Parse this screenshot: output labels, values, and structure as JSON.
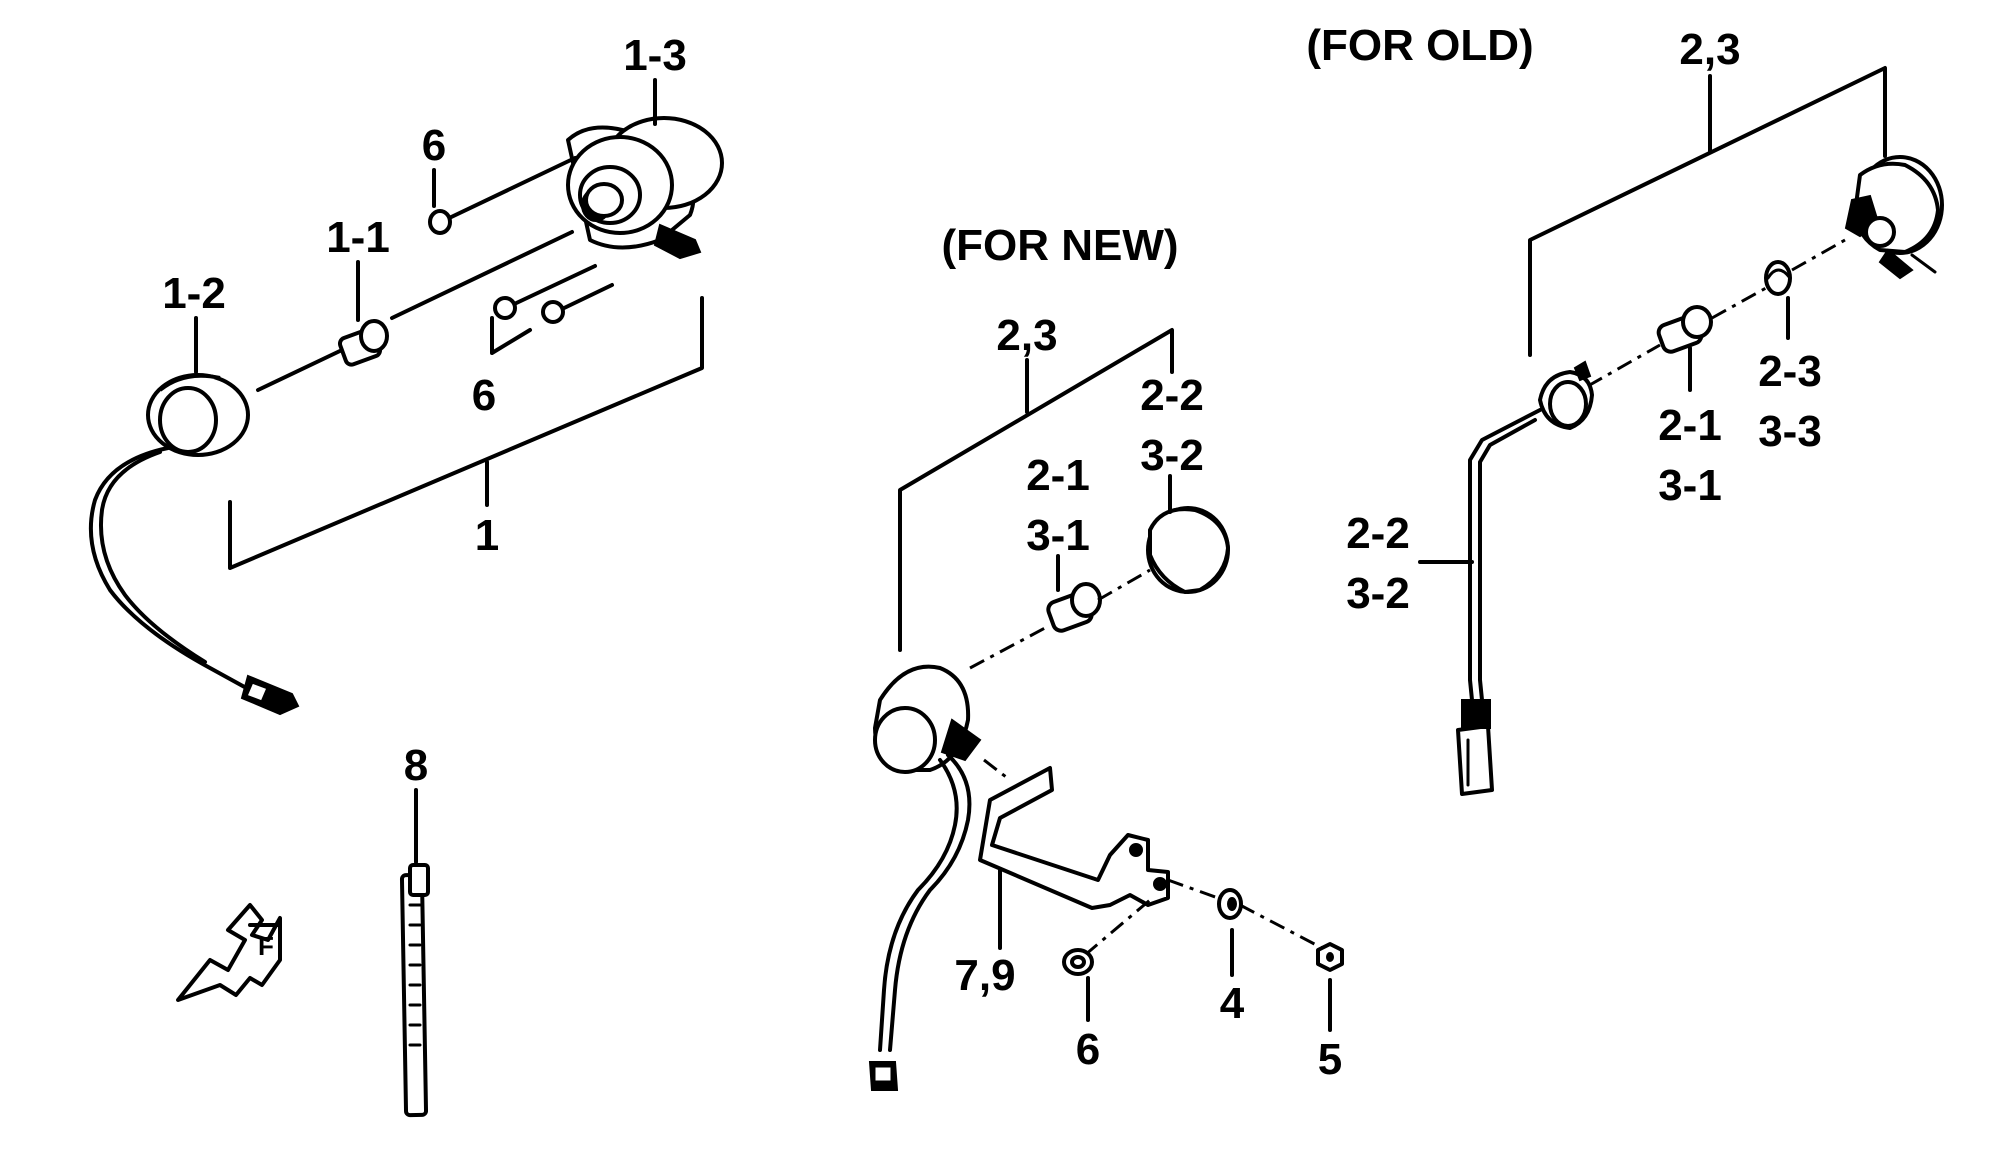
{
  "headings": {
    "for_old": "(FOR OLD)",
    "for_new": "(FOR NEW)"
  },
  "labels": {
    "l_1_3": "1-3",
    "l_6_top": "6",
    "l_1_1": "1-1",
    "l_1_2": "1-2",
    "l_6_mid": "6",
    "l_1": "1",
    "l_8": "8",
    "l_2_3_new": "2,3",
    "l_2_2_new": "2-2",
    "l_3_2_new": "3-2",
    "l_2_1_new": "2-1",
    "l_3_1_new": "3-1",
    "l_7_9": "7,9",
    "l_6_new": "6",
    "l_4": "4",
    "l_5": "5",
    "l_2_3_old": "2,3",
    "l_2_3_oldring": "2-3",
    "l_3_3_oldring": "3-3",
    "l_2_1_old": "2-1",
    "l_3_1_old": "3-1",
    "l_2_2_old": "2-2",
    "l_3_2_old": "3-2"
  }
}
